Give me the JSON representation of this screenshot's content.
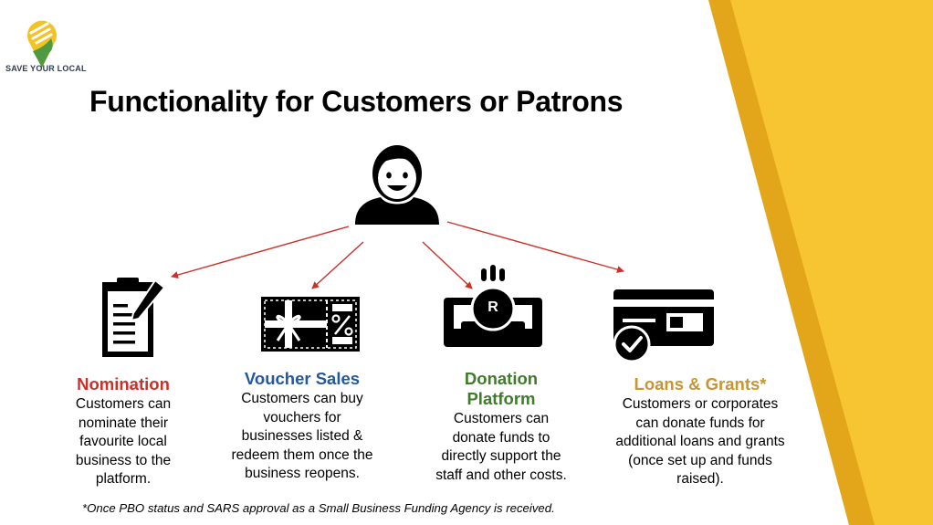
{
  "logo": {
    "text": "SAVE YOUR LOCAL"
  },
  "title": "Functionality for Customers or Patrons",
  "colors": {
    "yellow": "#f6c531",
    "red": "#cc3029",
    "blue": "#24589e",
    "green": "#3e7c2a",
    "gold": "#c9952f"
  },
  "icons": {
    "customer": "person-icon",
    "nomination": "clipboard-icon",
    "voucher": "gift-voucher-icon",
    "donation": "donation-coin-icon",
    "loans": "credit-card-check-icon"
  },
  "features": [
    {
      "heading": "Nomination",
      "lines": [
        "Customers can",
        "nominate their",
        "favourite local",
        "business to the",
        "platform."
      ]
    },
    {
      "heading": "Voucher Sales",
      "lines": [
        "Customers can buy",
        "vouchers for",
        "businesses listed &",
        "redeem them once the",
        "business reopens."
      ]
    },
    {
      "heading_lines": [
        "Donation",
        "Platform"
      ],
      "lines": [
        "Customers can",
        "donate funds to",
        "directly support the",
        "staff and other costs."
      ]
    },
    {
      "heading": "Loans & Grants*",
      "lines": [
        "Customers or corporates",
        "can donate funds for",
        "additional loans and grants",
        "(once set up and funds",
        "raised)."
      ]
    }
  ],
  "coin_label": "R",
  "footnote": "*Once PBO status and SARS approval as a Small Business Funding Agency is received."
}
